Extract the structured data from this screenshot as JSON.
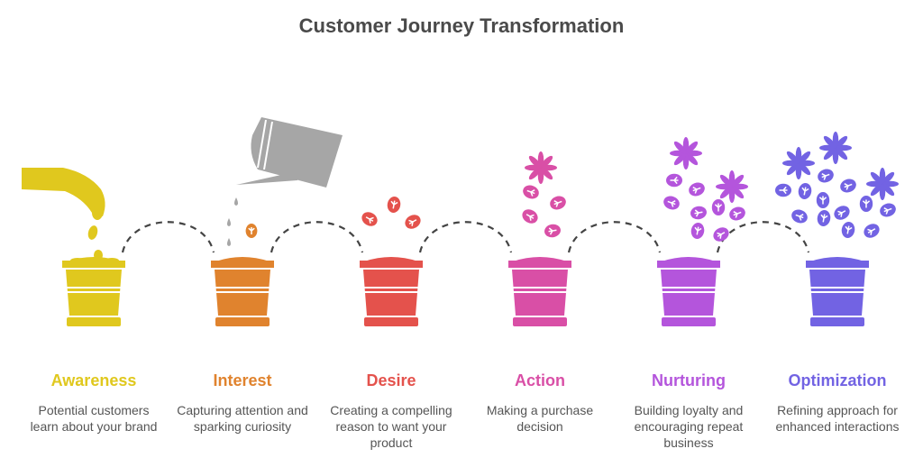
{
  "title": "Customer Journey Transformation",
  "stages": [
    {
      "label": "Awareness",
      "description": "Potential customers learn about your brand",
      "color": "#E0C81E",
      "illustration": "hand-dropping-seeds-icon"
    },
    {
      "label": "Interest",
      "description": "Capturing attention and sparking curiosity",
      "color": "#E0832E",
      "illustration": "watering-can-sprout-icon"
    },
    {
      "label": "Desire",
      "description": "Creating a compelling reason to want your product",
      "color": "#E4524C",
      "illustration": "leaves-growing-icon"
    },
    {
      "label": "Action",
      "description": "Making a purchase decision",
      "color": "#D94FA6",
      "illustration": "flower-bud-icon"
    },
    {
      "label": "Nurturing",
      "description": "Building loyalty and encouraging repeat business",
      "color": "#B455DC",
      "illustration": "flowering-plant-icon"
    },
    {
      "label": "Optimization",
      "description": "Refining approach for enhanced interactions",
      "color": "#7263E3",
      "illustration": "full-bloom-icon"
    }
  ],
  "connector_color": "#444444",
  "watering_can_color": "#A6A6A6"
}
